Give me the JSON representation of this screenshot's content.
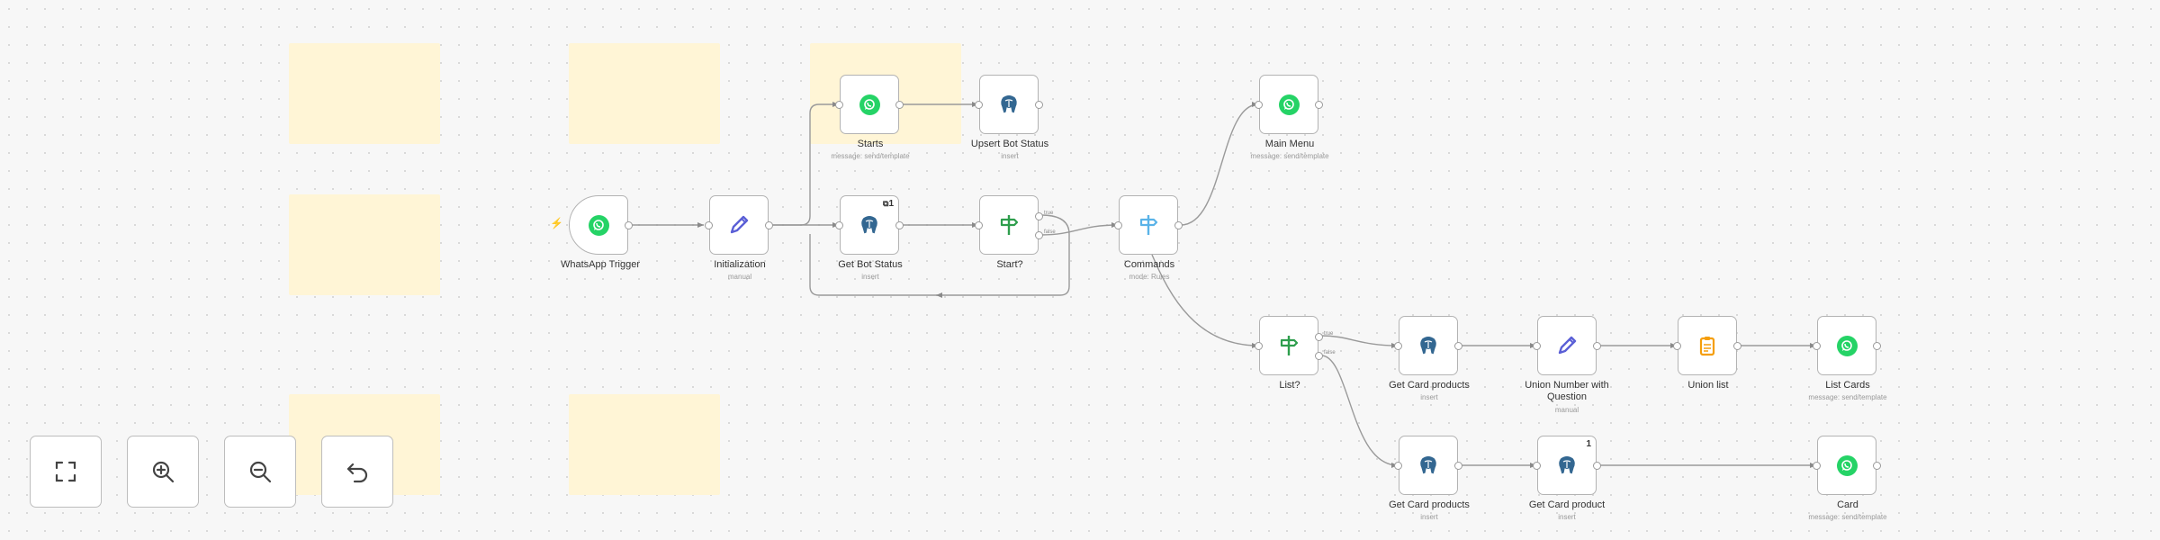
{
  "nodes": [
    {
      "id": "whatsapp-trigger",
      "title": "WhatsApp Trigger",
      "subtitle": "",
      "icon": "whatsapp-icon"
    },
    {
      "id": "initialization",
      "title": "Initialization",
      "subtitle": "manual",
      "icon": "pencil-icon"
    },
    {
      "id": "starts",
      "title": "Starts",
      "subtitle": "message: send/template",
      "icon": "whatsapp-icon"
    },
    {
      "id": "upsert-bot-status",
      "title": "Upsert Bot Status",
      "subtitle": "insert",
      "icon": "postgres-icon"
    },
    {
      "id": "get-bot-status",
      "title": "Get Bot Status",
      "subtitle": "insert",
      "icon": "postgres-icon",
      "badge": "1"
    },
    {
      "id": "start-check",
      "title": "Start?",
      "subtitle": "",
      "icon": "signpost-icon"
    },
    {
      "id": "commands",
      "title": "Commands",
      "subtitle": "mode: Rules",
      "icon": "signpost-icon"
    },
    {
      "id": "main-menu",
      "title": "Main Menu",
      "subtitle": "message: send/template",
      "icon": "whatsapp-icon"
    },
    {
      "id": "list-check",
      "title": "List?",
      "subtitle": "",
      "icon": "signpost-icon"
    },
    {
      "id": "get-card-products-1",
      "title": "Get Card products",
      "subtitle": "insert",
      "icon": "postgres-icon"
    },
    {
      "id": "union-number",
      "title": "Union Number with Question",
      "subtitle": "manual",
      "icon": "pencil-icon"
    },
    {
      "id": "union-list",
      "title": "Union list",
      "subtitle": "",
      "icon": "clipboard-icon"
    },
    {
      "id": "list-cards",
      "title": "List Cards",
      "subtitle": "message: send/template",
      "icon": "whatsapp-icon"
    },
    {
      "id": "get-card-products-2",
      "title": "Get Card products",
      "subtitle": "insert",
      "icon": "postgres-icon"
    },
    {
      "id": "get-card-product",
      "title": "Get Card product",
      "subtitle": "insert",
      "icon": "postgres-icon",
      "badge": "1"
    },
    {
      "id": "card",
      "title": "Card",
      "subtitle": "message: send/template",
      "icon": "whatsapp-icon"
    }
  ],
  "branch_labels": {
    "true": "true",
    "false": "false"
  },
  "controls": [
    {
      "id": "fit-view",
      "icon": "fullscreen-icon"
    },
    {
      "id": "zoom-in",
      "icon": "zoom-in-icon"
    },
    {
      "id": "zoom-out",
      "icon": "zoom-out-icon"
    },
    {
      "id": "reset",
      "icon": "undo-icon"
    }
  ],
  "colors": {
    "canvas": "#f7f7f7",
    "sticky": "#fff5d6",
    "whatsapp": "#25D366",
    "postgres": "#336791",
    "pencil": "#5a5fd6",
    "signpost_green": "#2e9e4d",
    "signpost_blue": "#5ab3e8",
    "clipboard": "#f59e0b",
    "trigger_bolt": "#ff6d3a"
  }
}
